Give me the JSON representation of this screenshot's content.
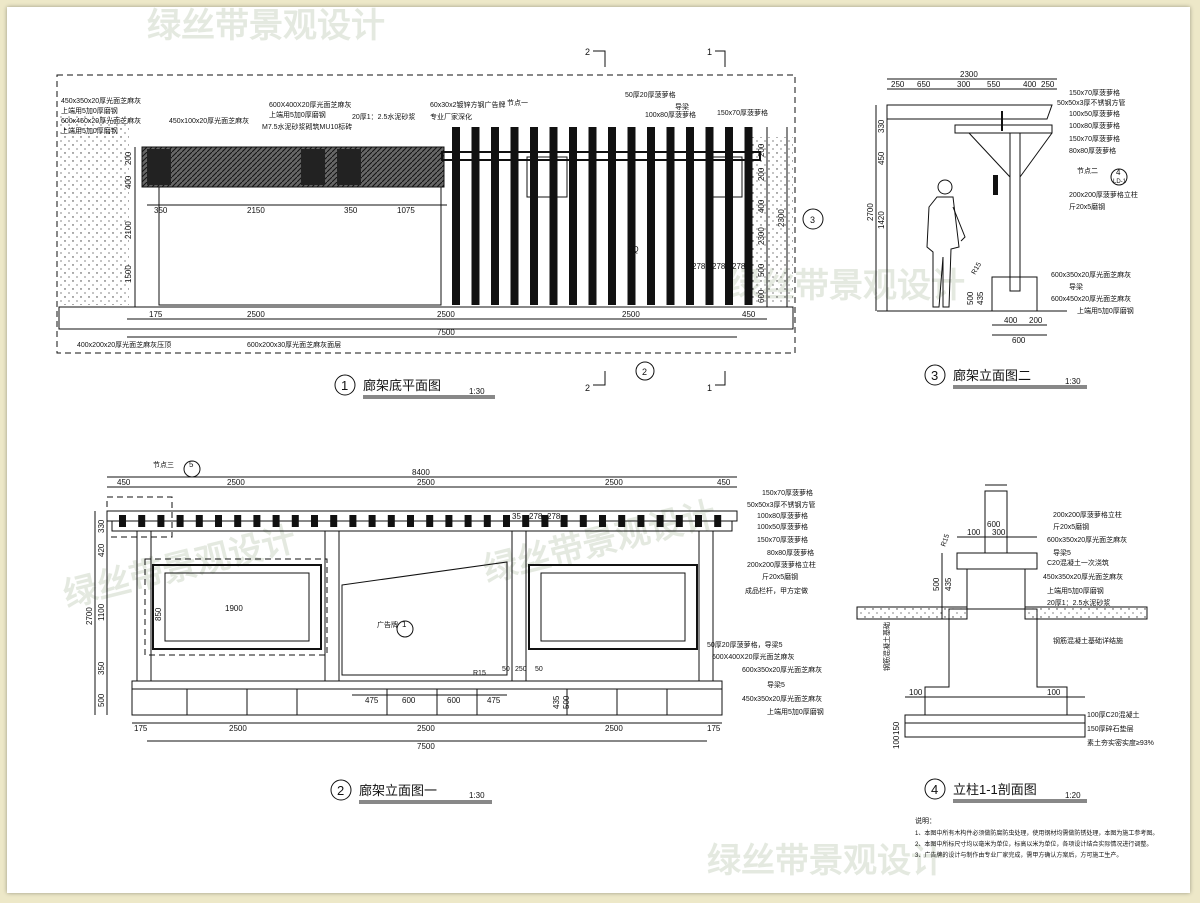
{
  "watermarks": [
    "绿丝带景观设计",
    "绿丝带景观设计",
    "绿丝带景观设计",
    "绿丝带景观设计",
    "绿丝带景观设计"
  ],
  "plan": {
    "title": "廊架底平面图",
    "scale": "1:30",
    "number": "1",
    "labels_left": [
      "450x350x20厚光面芝麻灰",
      "上端用5加0厚磨钢",
      "600x450x20厚光面芝麻灰",
      "上端用5加0厚磨钢",
      "450x100x20厚光面芝麻灰",
      "600X400X20厚光面芝麻灰",
      "上端用5加0厚磨钢",
      "M7.5水泥砂浆砌筑MU10标砖",
      "20厚1：2.5水泥砂浆",
      "60x30x2镀锌方钢广告牌",
      "节点一",
      "专业厂家深化",
      "50厚20厚菠萝格",
      "导梁",
      "100x80厚菠萝格",
      "150x70厚菠萝格"
    ],
    "dims_h": [
      "175",
      "2500",
      "2500",
      "2500",
      "450",
      "7500",
      "350",
      "2150",
      "350",
      "1075",
      "EQ",
      "278",
      "278",
      "278"
    ],
    "dims_v": [
      "200",
      "400",
      "2100",
      "1500",
      "200",
      "200",
      "400",
      "2300",
      "2300",
      "500",
      "600"
    ],
    "bottom_labels": [
      "400x200x20厚光面芝麻灰压顶",
      "600x200x30厚光面芝麻灰面层"
    ],
    "section_marks": [
      "2",
      "1",
      "2",
      "1"
    ],
    "index": "3"
  },
  "elev2": {
    "title": "廊架立面图二",
    "scale": "1:30",
    "number": "3",
    "dims_top": [
      "2300",
      "250",
      "650",
      "300",
      "550",
      "400",
      "250"
    ],
    "dims_v": [
      "330",
      "450",
      "2700",
      "1420",
      "500",
      "435"
    ],
    "dims_bottom": [
      "400",
      "200",
      "600"
    ],
    "labels": [
      "150x70厚菠萝格",
      "50x50x3厚不锈钢方管",
      "100x50厚菠萝格",
      "100x80厚菠萝格",
      "150x70厚菠萝格",
      "80x80厚菠萝格",
      "节点二",
      "200x200厚菠萝格立柱",
      "斤20x5磨钢",
      "600x350x20厚光面芝麻灰",
      "导梁",
      "600x450x20厚光面芝麻灰",
      "上端用5加0厚磨钢"
    ],
    "index": "4",
    "index_sub": "LD-1",
    "r_label": "R15"
  },
  "elev1": {
    "title": "廊架立面图一",
    "scale": "1:30",
    "number": "2",
    "dims_top": [
      "8400",
      "450",
      "2500",
      "2500",
      "2500",
      "450"
    ],
    "dims_bottom": [
      "175",
      "2500",
      "2500",
      "2500",
      "175",
      "7500"
    ],
    "dims_inner": [
      "1900",
      "475",
      "600",
      "600",
      "475",
      "35",
      "278",
      "278",
      "50",
      "250",
      "50"
    ],
    "dims_v": [
      "330",
      "420",
      "1100",
      "350",
      "500",
      "2700",
      "850",
      "435",
      "500"
    ],
    "labels": [
      "150x70厚菠萝格",
      "50x50x3厚不锈钢方管",
      "100x80厚菠萝格",
      "100x50厚菠萝格",
      "150x70厚菠萝格",
      "80x80厚菠萝格",
      "200x200厚菠萝格立柱",
      "斤20x5磨钢",
      "成品栏杆，甲方定做",
      "50厚20厚菠萝格，导梁5",
      "600X400X20厚光面芝麻灰",
      "600x350x20厚光面芝麻灰",
      "导梁5",
      "450x350x20厚光面芝麻灰",
      "上端用5加0厚磨钢"
    ],
    "node_label": "节点三",
    "index": "5",
    "ad_label": "广告牌",
    "ad_index": "1",
    "r_label": "R15"
  },
  "section": {
    "title": "立柱1-1剖面图",
    "scale": "1:20",
    "number": "4",
    "dims": [
      "600",
      "100",
      "300",
      "R15",
      "500",
      "435",
      "100",
      "100",
      "150",
      "100"
    ],
    "labels": [
      "200x200厚菠萝格立柱",
      "斤20x5磨钢",
      "600x350x20厚光面芝麻灰",
      "导梁5",
      "C20混凝土一次浇筑",
      "450x350x20厚光面芝麻灰",
      "上端用5加0厚磨钢",
      "20厚1：2.5水泥砂浆",
      "钢筋混凝土基础详结施",
      "100厚C20混凝土",
      "150厚碎石垫层",
      "素土夯实密实度≥93%"
    ],
    "left_label": "钢筋混凝土基础"
  },
  "notes": {
    "title": "说明：",
    "items": [
      "1、本图中所有木构件必须做防腐防虫处理，使用钢材均需做防锈处理，本图为施工参考图。",
      "2、本图中所标尺寸均以毫米为单位，标高以米为单位，各项设计结合实际情况进行调整。",
      "3、广告牌的设计与制作由专业厂家完成，需甲方确认方案后，方可施工生产。"
    ]
  }
}
